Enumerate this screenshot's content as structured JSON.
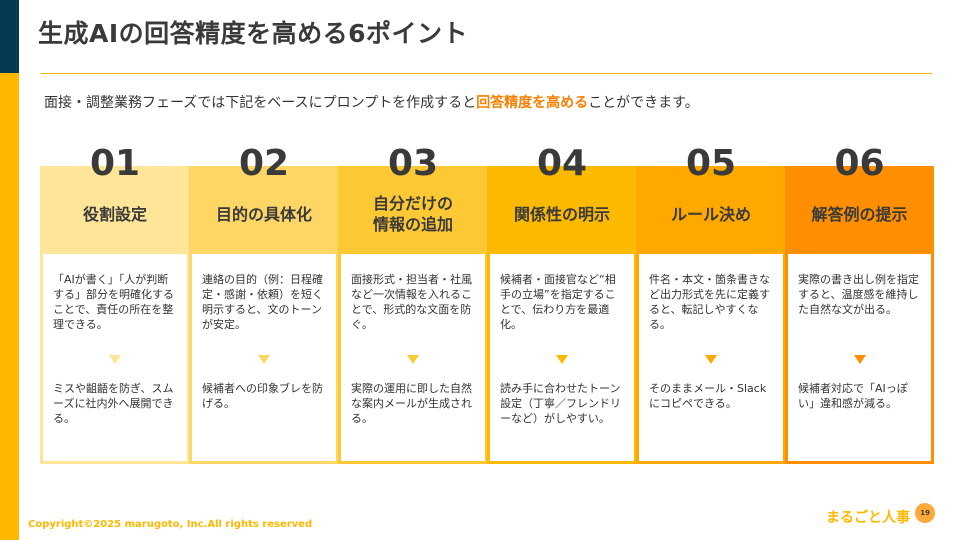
{
  "page": {
    "title": "生成AIの回答精度を高める6ポイント",
    "lead_before": "面接・調整業務フェーズでは下記をベースにプロンプトを作成すると",
    "lead_highlight": "回答精度を高める",
    "lead_after": "ことができます。"
  },
  "colors": {
    "sidebar_top": "#073954",
    "sidebar_bottom": "#FFB800",
    "highlight": "#F97F00",
    "rule": "#F5B800"
  },
  "cards": [
    {
      "number": "01",
      "title": "役割設定",
      "before": "「AIが書く」「人が判断する」部分を明確化することで、責任の所在を整理できる。",
      "after": "ミスや齟齬を防ぎ、スムーズに社内外へ展開できる。",
      "color": "#FFE597",
      "arrow_color": "#FFE597"
    },
    {
      "number": "02",
      "title": "目的の具体化",
      "before": "連絡の目的（例：日程確定・感謝・依頼）を短く明示すると、文のトーンが安定。",
      "after": "候補者への印象ブレを防げる。",
      "color": "#FDD666",
      "arrow_color": "#FDD666"
    },
    {
      "number": "03",
      "title": "自分だけの\n情報の追加",
      "before": "面接形式・担当者・社風など一次情報を入れることで、形式的な文面を防ぐ。",
      "after": "実際の運用に即した自然な案内メールが生成される。",
      "color": "#FCC834",
      "arrow_color": "#FCC834"
    },
    {
      "number": "04",
      "title": "関係性の明示",
      "before": "候補者・面接官など“相手の立場”を指定することで、伝わり方を最適化。",
      "after": "読み手に合わせたトーン設定（丁寧／フレンドリーなど）がしやすい。",
      "color": "#FBB900",
      "arrow_color": "#FBB900"
    },
    {
      "number": "05",
      "title": "ルール決め",
      "before": "件名・本文・箇条書きなど出力形式を先に定義すると、転記しやすくなる。",
      "after": "そのままメール・Slackにコピペできる。",
      "color": "#FFA800",
      "arrow_color": "#FFA800"
    },
    {
      "number": "06",
      "title": "解答例の提示",
      "before": "実際の書き出し例を指定すると、温度感を維持した自然な文が出る。",
      "after": "候補者対応で「AIっぽい」違和感が減る。",
      "color": "#FF8F00",
      "arrow_color": "#FF8F00"
    }
  ],
  "footer": {
    "copyright": "Copyright©2025 marugoto, Inc.All rights reserved",
    "brand": "まるごと人事",
    "page_number": "19"
  }
}
